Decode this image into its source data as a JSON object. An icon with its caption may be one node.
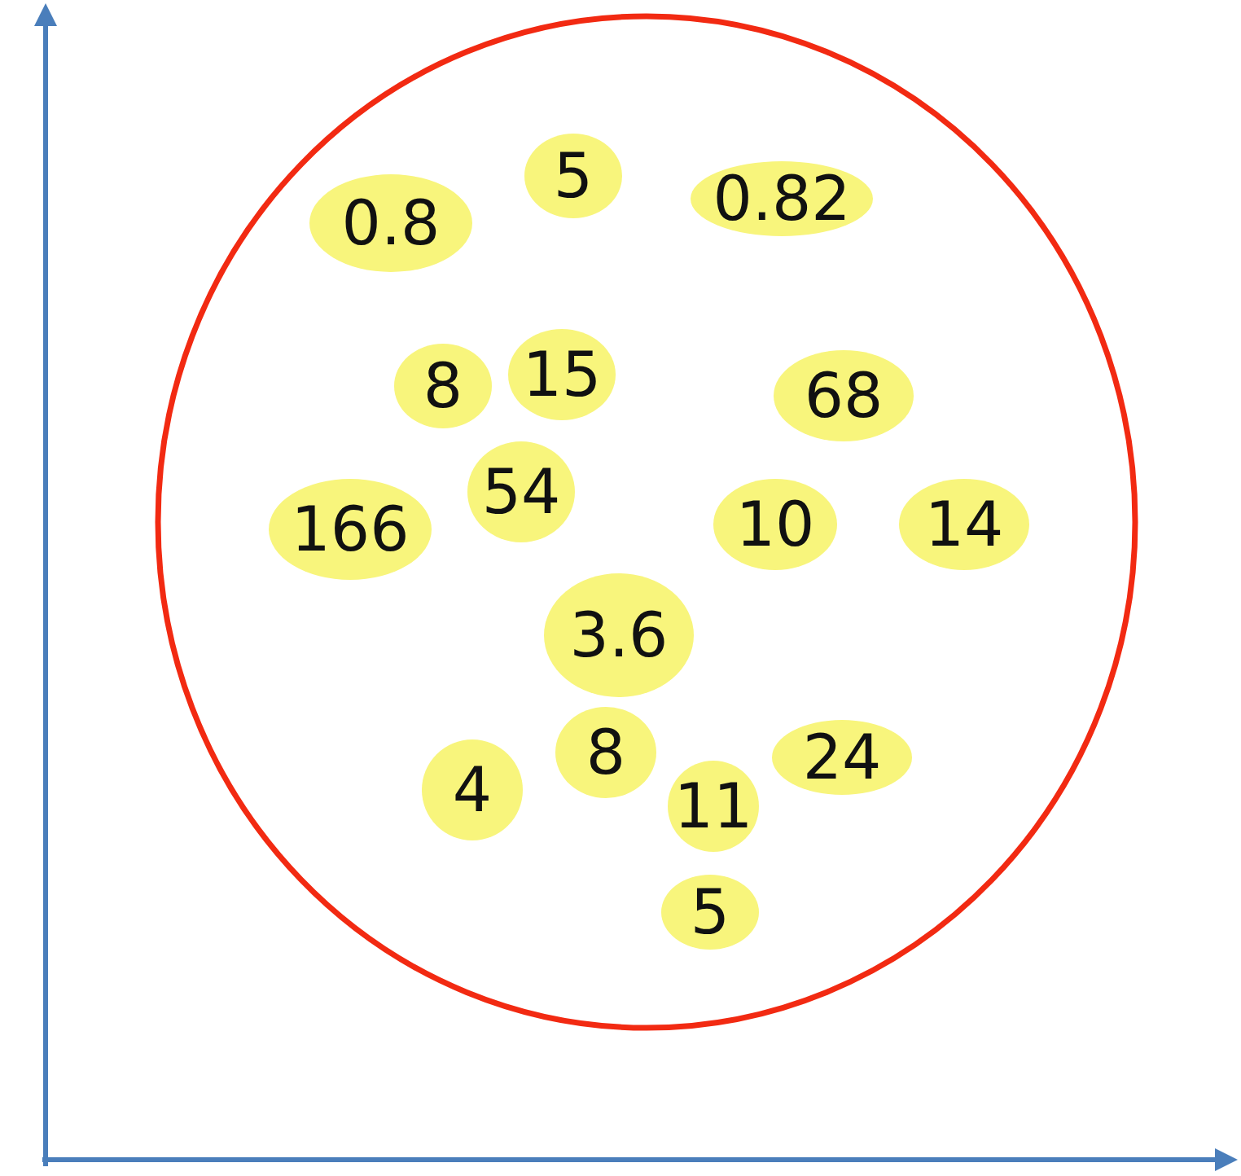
{
  "diagram": {
    "nodes": [
      {
        "text": [],
        "shape": "circle"
      },
      {
        "text": [
          "0.8"
        ],
        "in": 0
      },
      {
        "text": [
          "5"
        ],
        "in": 0
      },
      {
        "text": [
          "0.82"
        ],
        "in": 0
      },
      {
        "text": [
          "8"
        ],
        "in": 0
      },
      {
        "text": [
          "15"
        ],
        "in": 0
      },
      {
        "text": [
          "68"
        ],
        "in": 0
      },
      {
        "text": [
          "166"
        ],
        "in": 0
      },
      {
        "text": [
          "54"
        ],
        "in": 0
      },
      {
        "text": [
          "10"
        ],
        "in": 0
      },
      {
        "text": [
          "14"
        ],
        "in": 0
      },
      {
        "text": [
          "3.6"
        ],
        "in": 0
      },
      {
        "text": [
          "4"
        ],
        "in": 0
      },
      {
        "text": [
          "8"
        ],
        "in": 0
      },
      {
        "text": [
          "24"
        ],
        "in": 0
      },
      {
        "text": [
          "11"
        ],
        "in": 0
      },
      {
        "text": [
          "5"
        ],
        "in": 0
      }
    ]
  }
}
